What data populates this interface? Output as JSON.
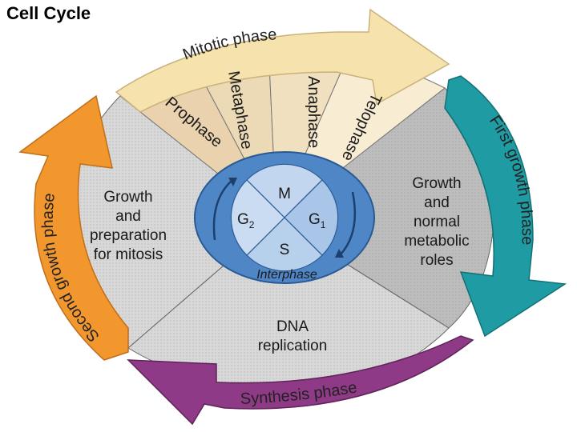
{
  "title": "Cell Cycle",
  "mitotic_label": "Mitotic phase",
  "first_growth_label": "First growth phase",
  "second_growth_label": "Second growth phase",
  "synthesis_label": "Synthesis phase",
  "mitosis_stages": [
    "Prophase",
    "Metaphase",
    "Anaphase",
    "Telophase"
  ],
  "left_sector": [
    "Growth",
    "and",
    "preparation",
    "for mitosis"
  ],
  "right_sector": [
    "Growth",
    "and",
    "normal",
    "metabolic",
    "roles"
  ],
  "bottom_sector": [
    "DNA",
    "replication"
  ],
  "hub": {
    "m": "M",
    "g2": "G",
    "g2_sub": "2",
    "g1": "G",
    "g1_sub": "1",
    "s": "S",
    "interphase": "Interphase"
  },
  "colors": {
    "mitotic_arrow": "#f5dfa6",
    "first_growth_arrow": "#1f9ca3",
    "second_growth_arrow": "#f2962e",
    "synthesis_arrow": "#8e3a86",
    "hub": "#4f86c6",
    "hub_light": "#bcd4ee"
  }
}
